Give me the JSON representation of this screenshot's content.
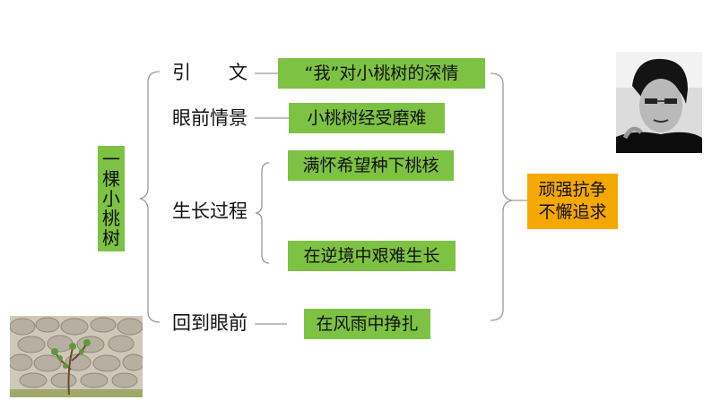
{
  "title": {
    "chars": [
      "一",
      "棵",
      "小",
      "桃",
      "树"
    ]
  },
  "sections": [
    {
      "label": "引　　文",
      "boxes": [
        "“我”对小桃树的深情"
      ]
    },
    {
      "label": "眼前情景",
      "boxes": [
        "小桃树经受磨难"
      ]
    },
    {
      "label": "生长过程",
      "boxes": [
        "满怀希望种下桃核",
        "在逆境中艰难生长"
      ]
    },
    {
      "label": "回到眼前",
      "boxes": [
        "在风雨中挣扎"
      ]
    }
  ],
  "summary": {
    "lines": [
      "顽强抗争",
      "不懈追求"
    ]
  },
  "colors": {
    "green": "#7dc242",
    "orange": "#f5a800",
    "line": "#999999"
  }
}
